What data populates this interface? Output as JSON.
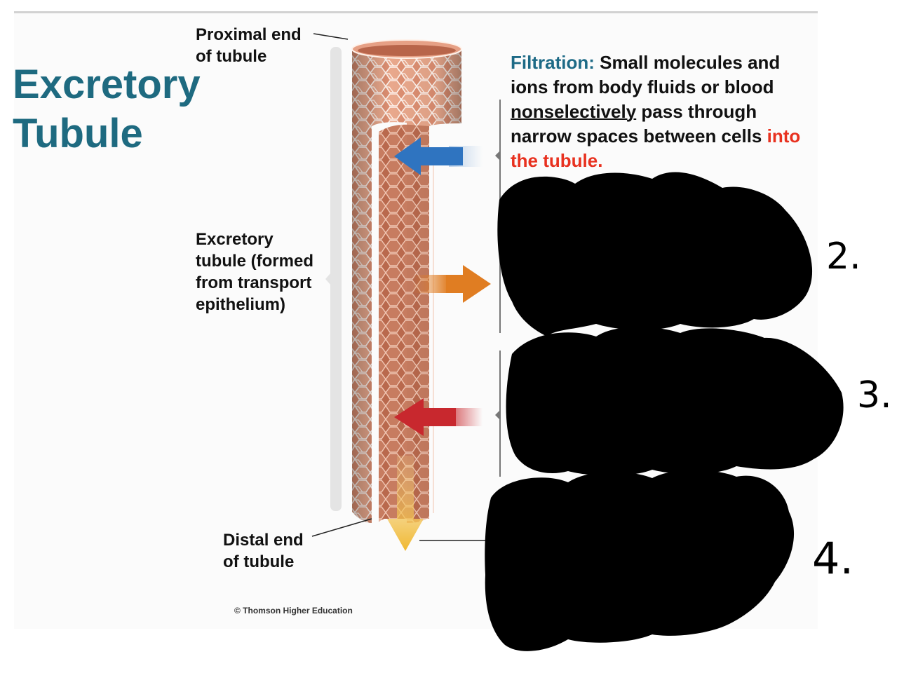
{
  "title": {
    "line1": "Excretory",
    "line2": "Tubule"
  },
  "labels": {
    "proximal_line1": "Proximal end",
    "proximal_line2": "of tubule",
    "tubule_line1": "Excretory",
    "tubule_line2": "tubule (formed",
    "tubule_line3": "from transport",
    "tubule_line4": "epithelium)",
    "distal_line1": "Distal end",
    "distal_line2": "of tubule"
  },
  "filtration": {
    "keyword": "Filtration:",
    "text1": " Small molecules and ions from body fluids or blood ",
    "underlined": "nonselectively",
    "text2": " pass through narrow spaces between cells ",
    "red": "into the tubule."
  },
  "handwritten_numbers": [
    "2.",
    "3.",
    "4."
  ],
  "credit": "© Thomson Higher Education",
  "colors": {
    "title": "#1e6a80",
    "keyword": "#1d6a86",
    "highlight": "#e8311f",
    "arrow_filtration": "#2f74c0",
    "arrow_secretion": "#e07d22",
    "arrow_reabsorption": "#c8282e",
    "arrow_excretion": "#f0b830",
    "tubule_tissue": "#d9876a"
  }
}
